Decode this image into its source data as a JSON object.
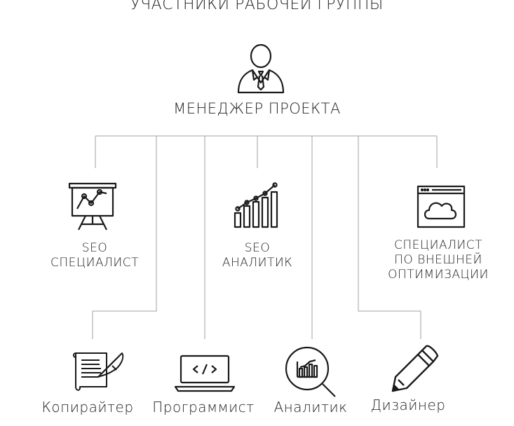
{
  "title": "УЧАСТНИКИ РАБОЧЕЙ ГРУППЫ",
  "manager": {
    "label": "МЕНЕДЖЕР ПРОЕКТА",
    "icon": "manager-icon"
  },
  "middle": [
    {
      "line1": "SEO",
      "line2": "СПЕЦИАЛИСТ",
      "icon": "presentation-chart-icon"
    },
    {
      "line1": "SEO",
      "line2": "АНАЛИТИК",
      "icon": "bar-growth-chart-icon"
    },
    {
      "line1": "СПЕЦИАЛИСТ",
      "line2": "ПО ВНЕШНЕЙ",
      "line3": "ОПТИМИЗАЦИИ",
      "icon": "cloud-browser-icon"
    }
  ],
  "bottom": [
    {
      "label": "Копирайтер",
      "icon": "document-feather-icon"
    },
    {
      "label": "Программист",
      "icon": "laptop-code-icon"
    },
    {
      "label": "Аналитик",
      "icon": "magnifier-chart-icon"
    },
    {
      "label": "Дизайнер",
      "icon": "pencil-icon"
    }
  ],
  "colors": {
    "line": "#9a9a9a",
    "ink": "#1a1a1a"
  }
}
